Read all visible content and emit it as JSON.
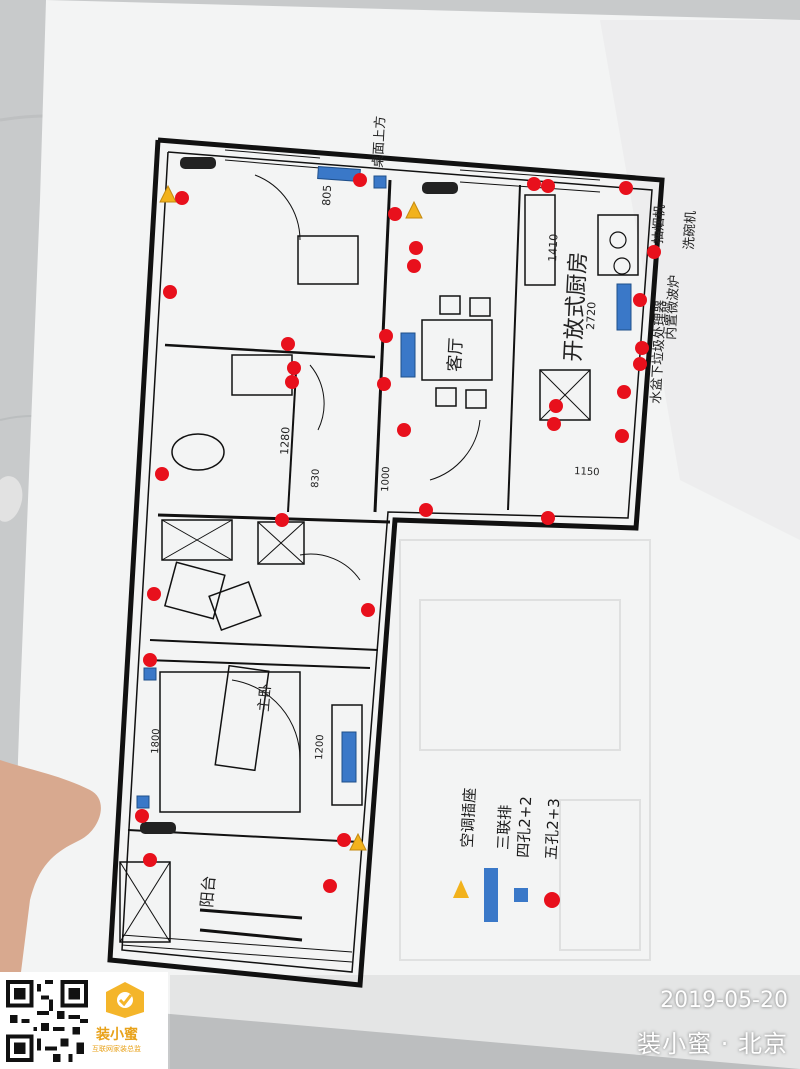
{
  "plan": {
    "title": "开放式厨房",
    "living_room": "客厅",
    "balcony": "阳台",
    "master_bedroom": "主卧",
    "note_desk": "桌面上方",
    "note_hood": "抽烟机",
    "note_dishwasher": "洗碗机",
    "note_microwave": "内置微波炉",
    "note_sink": "水盆下垃圾处理器",
    "dim_805": "805",
    "dim_1410": "1410",
    "dim_2720": "2720",
    "dim_1280": "1280",
    "dim_830": "830",
    "dim_1000": "1000",
    "dim_1150": "1150",
    "dim_1200": "1200",
    "dim_1800": "1800"
  },
  "legend": {
    "items": [
      {
        "symbol": "triangle",
        "color": "#f2b21c",
        "label": "空调插座"
      },
      {
        "symbol": "long-rect",
        "color": "#3a78c8",
        "label": "三联排"
      },
      {
        "symbol": "square",
        "color": "#3a78c8",
        "label": "四孔2+2"
      },
      {
        "symbol": "dot",
        "color": "#e8101c",
        "label": "五孔2+3"
      }
    ]
  },
  "watermark": {
    "date": "2019-05-20",
    "brand": "装小蜜 · 北京"
  },
  "logo": {
    "name": "装小蜜",
    "subtitle": "互联网家装总监"
  },
  "colors": {
    "outlet_red": "#e8101c",
    "ac_yellow": "#f2b21c",
    "power_strip_blue": "#3a78c8",
    "brand_orange": "#e8a21a"
  }
}
